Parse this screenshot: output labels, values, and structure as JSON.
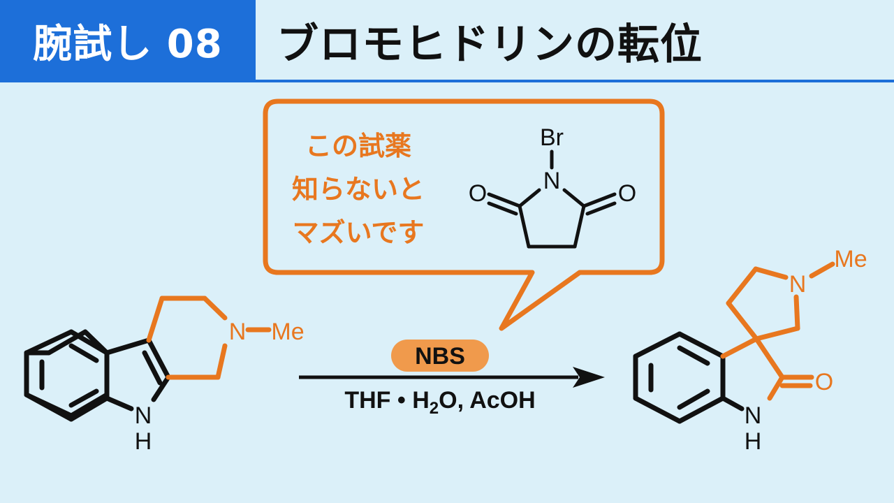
{
  "header": {
    "badge": "腕試し 08",
    "title": "ブロモヒドリンの転位"
  },
  "bubble": {
    "lines": [
      "この試薬",
      "知らないと",
      "マズいです"
    ]
  },
  "reagent_structure": {
    "atoms": {
      "br": "Br",
      "n": "N",
      "o_left": "O",
      "o_right": "O"
    }
  },
  "starting_material": {
    "atoms": {
      "n_amine": "N",
      "me": "Me",
      "n_indole": "N",
      "h": "H"
    }
  },
  "reaction": {
    "reagent": "NBS",
    "conditions_prefix": "THF • H",
    "conditions_sub": "2",
    "conditions_suffix": "O, AcOH"
  },
  "product": {
    "atoms": {
      "n_amine": "N",
      "me": "Me",
      "o": "O",
      "n_amide": "N",
      "h": "H"
    }
  },
  "colors": {
    "accent": "#e8771f",
    "badge": "#1d6fd9",
    "background": "#dbf0f9",
    "bond": "#111111"
  }
}
